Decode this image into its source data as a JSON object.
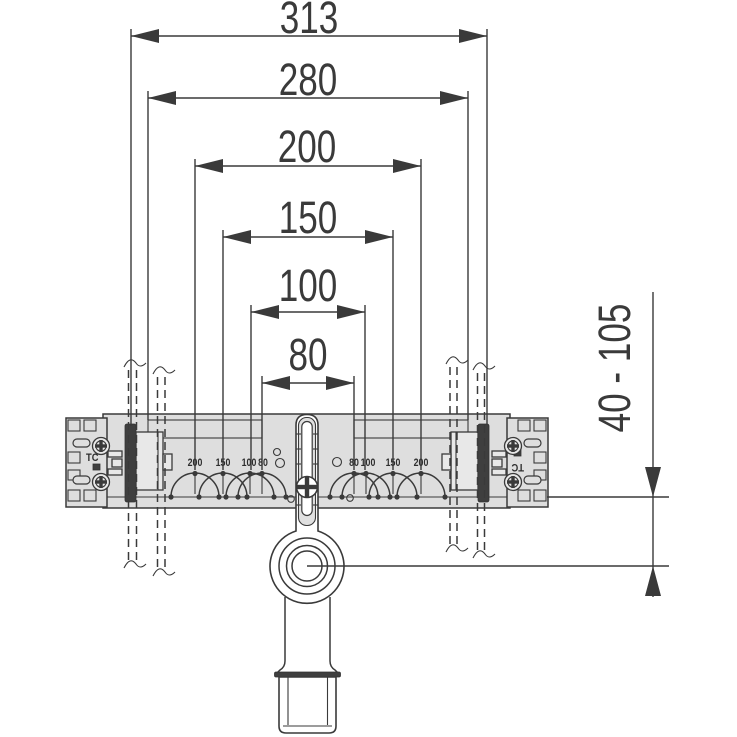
{
  "dimensions": {
    "horizontal": [
      {
        "label": "313"
      },
      {
        "label": "280"
      },
      {
        "label": "200"
      },
      {
        "label": "150"
      },
      {
        "label": "100"
      },
      {
        "label": "80"
      }
    ],
    "vertical": {
      "label": "40 - 105"
    }
  },
  "rail_scale": {
    "left": [
      "200",
      "150",
      "100",
      "80"
    ],
    "right": [
      "80",
      "100",
      "150",
      "200"
    ]
  },
  "plates": {
    "left_label": "TC",
    "right_label": "TC"
  },
  "colors": {
    "line": "#3a3a3a",
    "rail_fill": "#dedede",
    "dark_bar": "#3f3f3f",
    "background": "#ffffff"
  }
}
